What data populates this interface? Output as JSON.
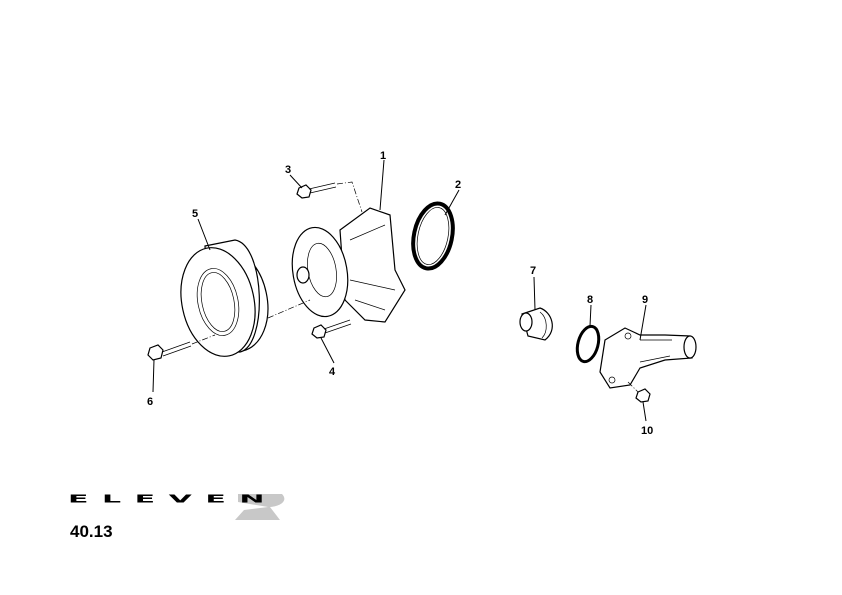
{
  "diagram": {
    "callouts": [
      "1",
      "2",
      "3",
      "4",
      "5",
      "6",
      "7",
      "8",
      "9",
      "10"
    ]
  },
  "footer": {
    "logo_text": "ELEVEN",
    "page_number": "40.13"
  },
  "colors": {
    "line": "#000000",
    "logo_shadow": "#c8c8c8"
  }
}
